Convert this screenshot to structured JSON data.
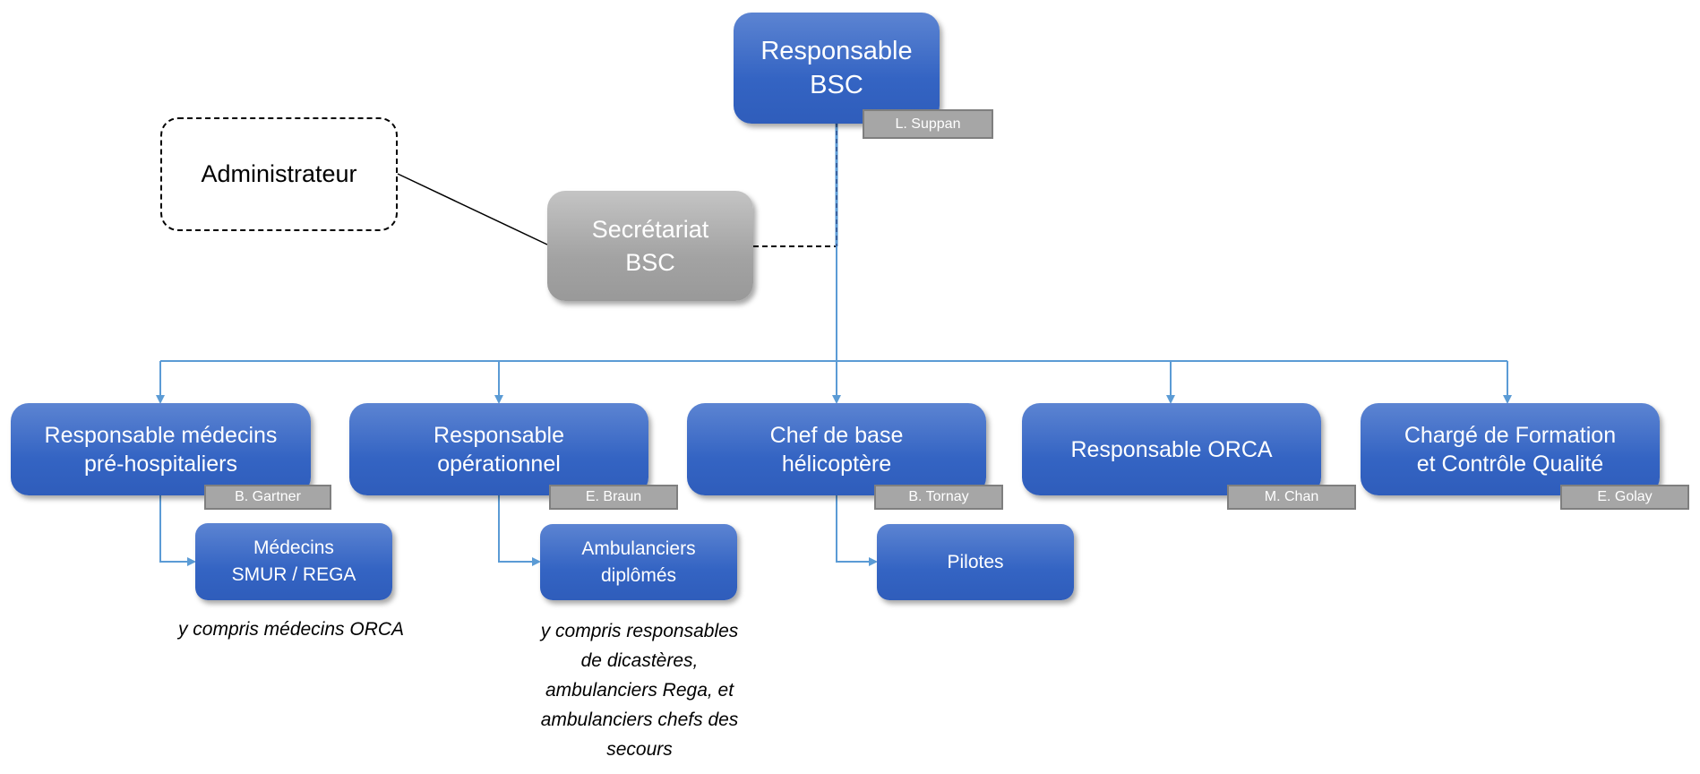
{
  "top": {
    "title": "Responsable\nBSC",
    "name": "L. Suppan"
  },
  "admin": {
    "title": "Administrateur"
  },
  "secretariat": {
    "title": "Secrétariat\nBSC"
  },
  "departments": [
    {
      "title": "Responsable médecins\npré-hospitaliers",
      "name": "B. Gartner"
    },
    {
      "title": "Responsable\nopérationnel",
      "name": "E. Braun"
    },
    {
      "title": "Chef de base\nhélicoptère",
      "name": "B. Tornay"
    },
    {
      "title": "Responsable ORCA",
      "name": "M. Chan"
    },
    {
      "title": "Chargé de Formation\net Contrôle Qualité",
      "name": "E. Golay"
    }
  ],
  "subunits": [
    {
      "title": "Médecins\nSMUR / REGA",
      "note": "y compris médecins ORCA"
    },
    {
      "title": "Ambulanciers\ndiplômés",
      "note": "y compris responsables\nde dicastères,\nambulanciers Rega, et\nambulanciers chefs des\nsecours"
    },
    {
      "title": "Pilotes"
    }
  ],
  "colors": {
    "box": "#3464c3",
    "secretariat": "#a6a6a6",
    "connector": "#5b9bd5",
    "name_tag": "#a6a6a6"
  }
}
